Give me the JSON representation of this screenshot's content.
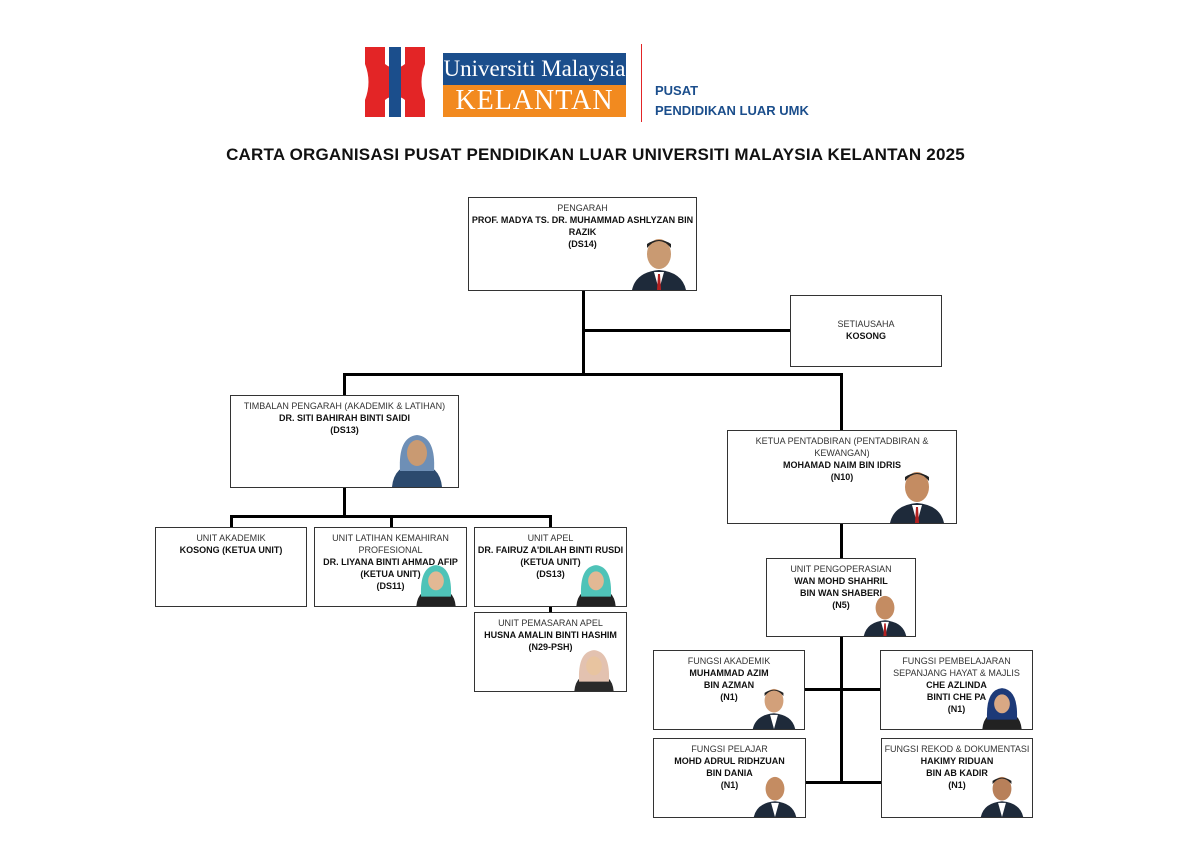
{
  "header": {
    "logo_line1": "Universiti Malaysia",
    "logo_line2": "KELANTAN",
    "unit_line1": "PUSAT",
    "unit_line2": "PENDIDIKAN LUAR UMK",
    "title": "CARTA ORGANISASI PUSAT PENDIDIKAN LUAR UNIVERSITI MALAYSIA KELANTAN 2025"
  },
  "colors": {
    "logo_red": "#e32526",
    "logo_blue": "#1b4e8c",
    "logo_orange": "#f28a1f"
  },
  "nodes": {
    "pengarah": {
      "role": "PENGARAH",
      "name": "PROF. MADYA TS. DR. MUHAMMAD ASHLYZAN BIN RAZIK",
      "grade": "(DS14)"
    },
    "setiausaha": {
      "role": "SETIAUSAHA",
      "name": "KOSONG"
    },
    "timbalan": {
      "role": "TIMBALAN PENGARAH (AKADEMIK & LATIHAN)",
      "name": "DR. SITI BAHIRAH BINTI SAIDI",
      "grade": "(DS13)"
    },
    "ketua_pentadbiran": {
      "role": "KETUA PENTADBIRAN (PENTADBIRAN & KEWANGAN)",
      "name": "MOHAMAD NAIM BIN IDRIS",
      "grade": "(N10)"
    },
    "unit_akademik": {
      "role": "UNIT AKADEMIK",
      "name": "KOSONG (KETUA UNIT)"
    },
    "unit_latihan": {
      "role": "UNIT LATIHAN KEMAHIRAN PROFESIONAL",
      "name": "DR. LIYANA BINTI AHMAD AFIP",
      "sub": "(KETUA UNIT)",
      "grade": "(DS11)"
    },
    "unit_apel": {
      "role": "UNIT APEL",
      "name": "DR. FAIRUZ A'DILAH BINTI RUSDI",
      "sub": "(KETUA UNIT)",
      "grade": "(DS13)"
    },
    "unit_pemasaran": {
      "role": "UNIT PEMASARAN APEL",
      "name": "HUSNA AMALIN BINTI HASHIM",
      "grade": "(N29-PSH)"
    },
    "unit_pengoperasian": {
      "role": "UNIT PENGOPERASIAN",
      "name": "WAN MOHD SHAHRIL",
      "name2": "BIN WAN SHABERI",
      "grade": "(N5)"
    },
    "fungsi_akademik": {
      "role": "FUNGSI AKADEMIK",
      "name": "MUHAMMAD AZIM",
      "name2": "BIN AZMAN",
      "grade": "(N1)"
    },
    "fungsi_pembelajaran": {
      "role": "FUNGSI PEMBELAJARAN SEPANJANG HAYAT & MAJLIS",
      "name": "CHE AZLINDA",
      "name2": "BINTI CHE PA",
      "grade": "(N1)"
    },
    "fungsi_pelajar": {
      "role": "FUNGSI PELAJAR",
      "name": "MOHD ADRUL RIDHZUAN",
      "name2": "BIN DANIA",
      "grade": "(N1)"
    },
    "fungsi_rekod": {
      "role": "FUNGSI REKOD & DOKUMENTASI",
      "name": "HAKIMY RIDUAN",
      "name2": "BIN AB KADIR",
      "grade": "(N1)"
    }
  }
}
